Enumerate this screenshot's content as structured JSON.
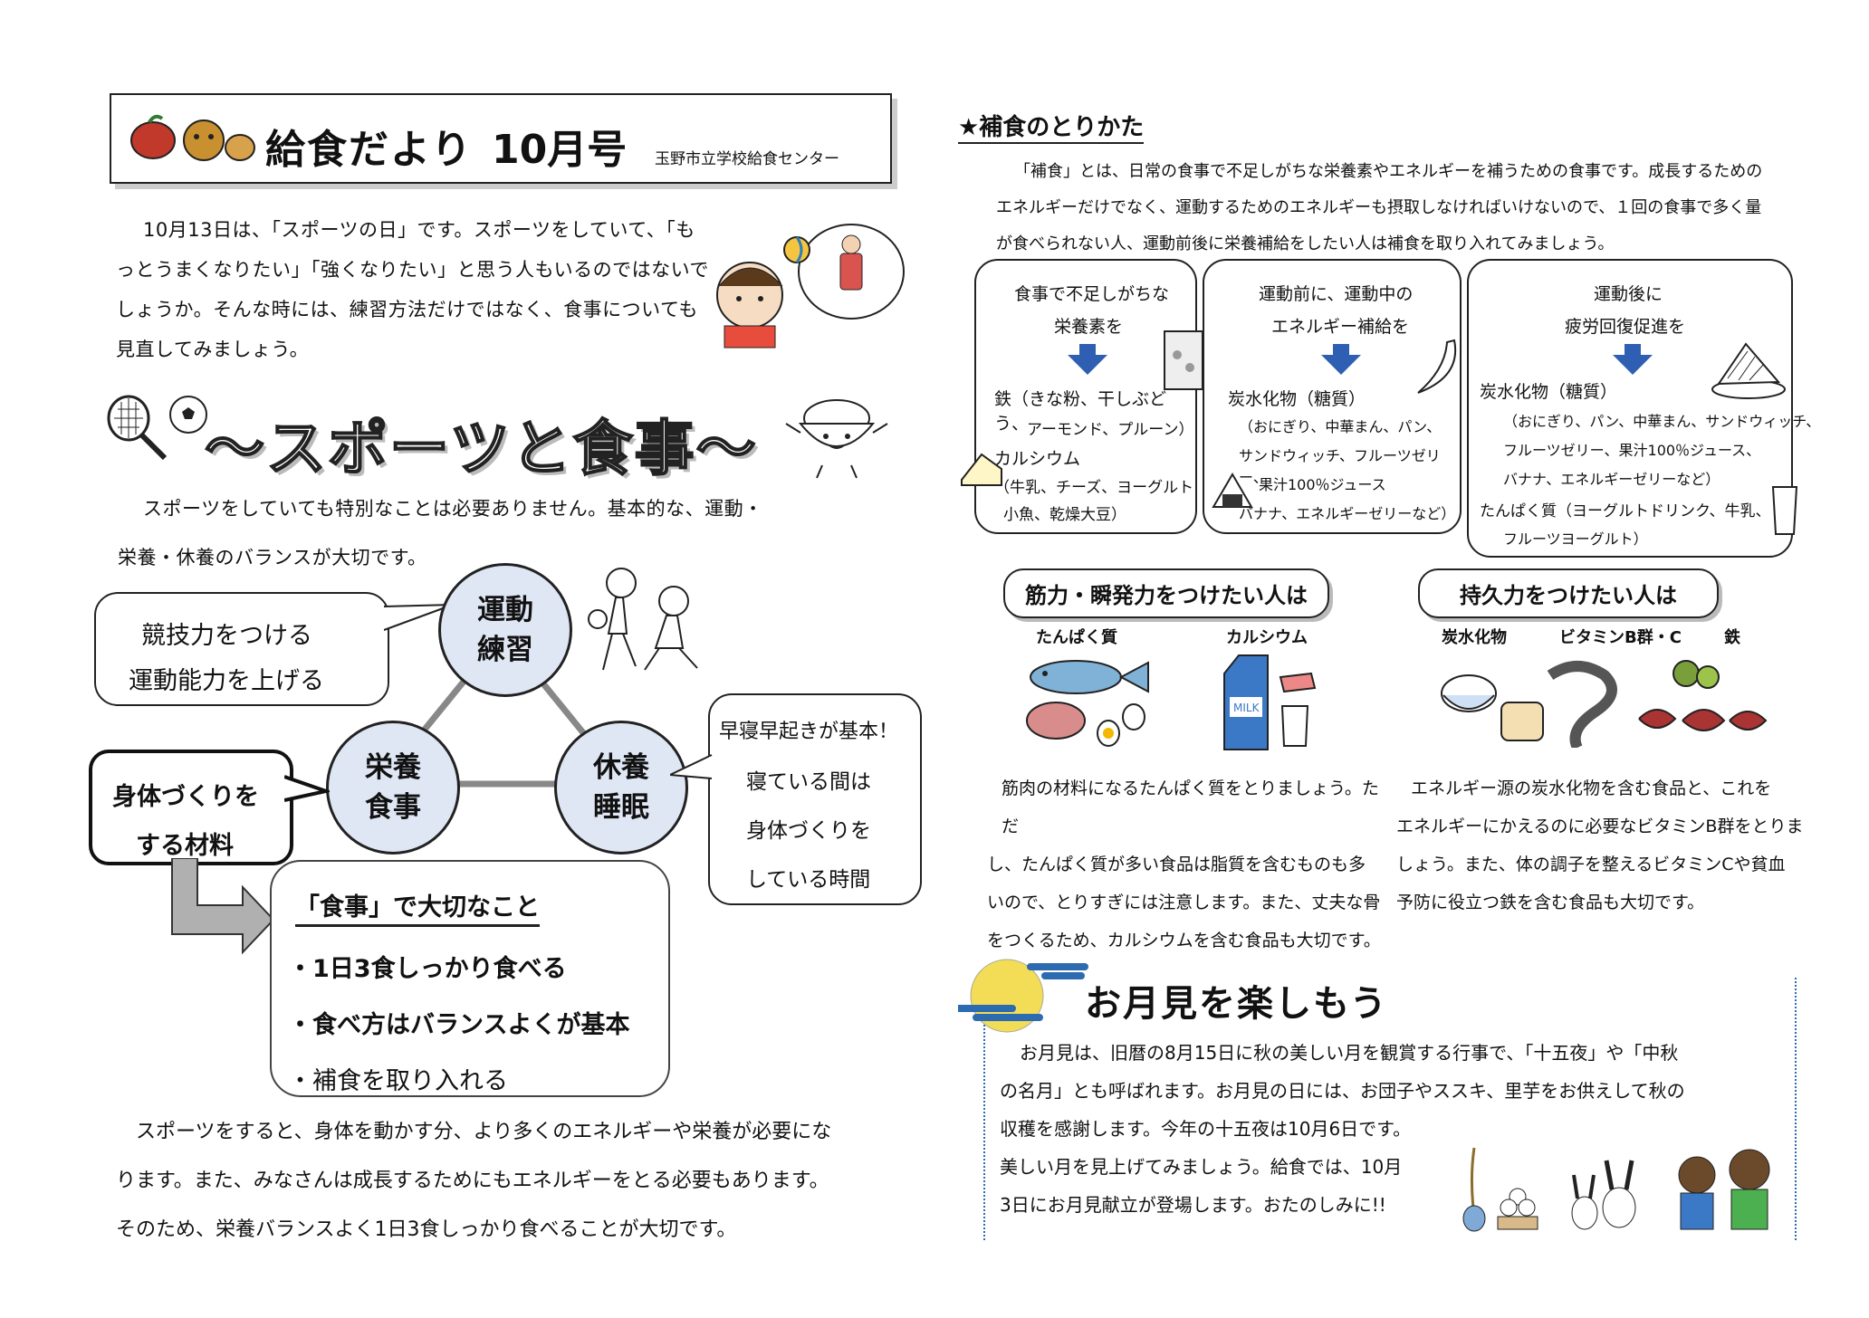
{
  "header": {
    "title": "給食だより",
    "issue": "10月号",
    "publisher": "玉野市立学校給食センター"
  },
  "intro": {
    "lines": [
      "10月13日は、「スポーツの日」です。スポーツをしていて、「も",
      "っとうまくなりたい」「強くなりたい」と思う人もいるのではないで",
      "しょうか。そんな時には、練習方法だけではなく、食事についても",
      "見直してみましょう。"
    ]
  },
  "sports_title": "～スポーツと食事～",
  "sports_intro": [
    "スポーツをしていても特別なことは必要ありません。基本的な、運動・",
    "栄養・休養のバランスが大切です。"
  ],
  "triangle": {
    "top": [
      "運動",
      "練習"
    ],
    "left": [
      "栄養",
      "食事"
    ],
    "right": [
      "休養",
      "睡眠"
    ]
  },
  "bubble_left": [
    "競技力をつける",
    "運動能力を上げる"
  ],
  "bubble_right": [
    "早寝早起きが基本！",
    "寝ている間は",
    "身体づくりを",
    "している時間"
  ],
  "body_material": [
    "身体づくりを",
    "する材料"
  ],
  "meal_box": {
    "title": "「食事」で大切なこと",
    "items": [
      "・1日3食しっかり食べる",
      "・食べ方はバランスよくが基本",
      "・補食を取り入れる"
    ]
  },
  "sports_outro": [
    "スポーツをすると、身体を動かす分、より多くのエネルギーや栄養が必要にな",
    "ります。また、みなさんは成長するためにもエネルギーをとる必要もあります。",
    "そのため、栄養バランスよく1日3食しっかり食べることが大切です。"
  ],
  "snack": {
    "title": "★補食のとりかた",
    "lines": [
      "「補食」とは、日常の食事で不足しがちな栄養素やエネルギーを補うための食事です。成長するための",
      "エネルギーだけでなく、運動するためのエネルギーも摂取しなければいけないので、１回の食事で多く量",
      "が食べられない人、運動前後に栄養補給をしたい人は補食を取り入れてみましょう。"
    ],
    "boxes": [
      {
        "head": [
          "食事で不足しがちな",
          "栄養素を"
        ],
        "items": [
          "鉄（きな粉、干しぶどう、",
          "アーモンド、プルーン）",
          "カルシウム",
          "（牛乳、チーズ、ヨーグルト",
          "小魚、乾燥大豆）"
        ]
      },
      {
        "head": [
          "運動前に、運動中の",
          "エネルギー補給を"
        ],
        "items": [
          "炭水化物（糖質）",
          "（おにぎり、中華まん、パン、",
          "サンドウィッチ、フルーツゼリー、",
          "果汁100％ジュース",
          "バナナ、エネルギーゼリーなど）"
        ]
      },
      {
        "head": [
          "運動後に",
          "疲労回復促進を"
        ],
        "items": [
          "炭水化物（糖質）",
          "（おにぎり、パン、中華まん、サンドウィッチ、",
          "フルーツゼリー、果汁100％ジュース、",
          "バナナ、エネルギーゼリーなど）",
          "たんぱく質（ヨーグルトドリンク、牛乳、",
          "フルーツヨーグルト）"
        ]
      }
    ]
  },
  "strength": {
    "title": "筋力・瞬発力をつけたい人は",
    "labels": [
      "たんぱく質",
      "カルシウム"
    ],
    "lines": [
      "筋肉の材料になるたんぱく質をとりましょう。ただ",
      "し、たんぱく質が多い食品は脂質を含むものも多",
      "いので、とりすぎには注意します。また、丈夫な骨",
      "をつくるため、カルシウムを含む食品も大切です。"
    ]
  },
  "endurance": {
    "title": "持久力をつけたい人は",
    "labels": [
      "炭水化物",
      "ビタミンB群・C",
      "鉄"
    ],
    "lines": [
      "エネルギー源の炭水化物を含む食品と、これを",
      "エネルギーにかえるのに必要なビタミンB群をとりま",
      "しょう。また、体の調子を整えるビタミンCや貧血",
      "予防に役立つ鉄を含む食品も大切です。"
    ]
  },
  "moon": {
    "title": "お月見を楽しもう",
    "lines": [
      "お月見は、旧暦の8月15日に秋の美しい月を観賞する行事で、「十五夜」や「中秋",
      "の名月」とも呼ばれます。お月見の日には、お団子やススキ、里芋をお供えして秋の",
      "収穫を感謝します。今年の十五夜は10月6日です。",
      "美しい月を見上げてみましょう。給食では、10月",
      "3日にお月見献立が登場します。おたのしみに!!"
    ]
  },
  "milk_label": "MILK",
  "colors": {
    "circle": "#dfe6f4",
    "arrow": "#2f5fb3",
    "line": "#888888"
  }
}
